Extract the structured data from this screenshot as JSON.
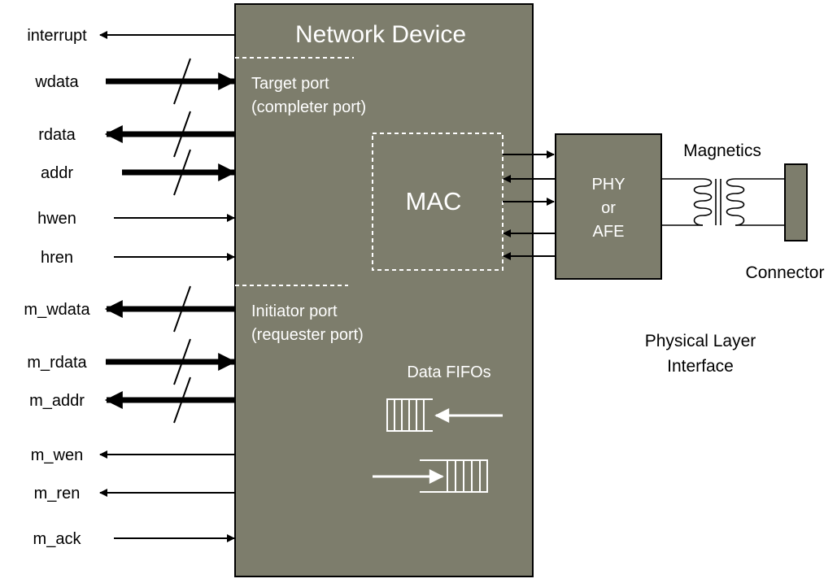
{
  "device": {
    "title": "Network Device",
    "fill_color": "#7d7d6c",
    "target_port_label": "Target port",
    "target_port_sublabel": "(completer port)",
    "initiator_port_label": "Initiator port",
    "initiator_port_sublabel": "(requester port)",
    "mac_label": "MAC",
    "fifo_label": "Data FIFOs"
  },
  "target_signals": [
    {
      "name": "interrupt",
      "direction": "out",
      "bus": false
    },
    {
      "name": "wdata",
      "direction": "in",
      "bus": true
    },
    {
      "name": "rdata",
      "direction": "out",
      "bus": true
    },
    {
      "name": "addr",
      "direction": "in",
      "bus": true
    },
    {
      "name": "hwen",
      "direction": "in",
      "bus": false
    },
    {
      "name": "hren",
      "direction": "in",
      "bus": false
    }
  ],
  "initiator_signals": [
    {
      "name": "m_wdata",
      "direction": "out",
      "bus": true
    },
    {
      "name": "m_rdata",
      "direction": "in",
      "bus": true
    },
    {
      "name": "m_addr",
      "direction": "out",
      "bus": true
    },
    {
      "name": "m_wen",
      "direction": "out",
      "bus": false
    },
    {
      "name": "m_ren",
      "direction": "out",
      "bus": false
    },
    {
      "name": "m_ack",
      "direction": "in",
      "bus": false
    }
  ],
  "phy": {
    "line1": "PHY",
    "line2": "or",
    "line3": "AFE"
  },
  "magnetics_label": "Magnetics",
  "connector_label": "Connector",
  "physical_layer_line1": "Physical Layer",
  "physical_layer_line2": "Interface"
}
